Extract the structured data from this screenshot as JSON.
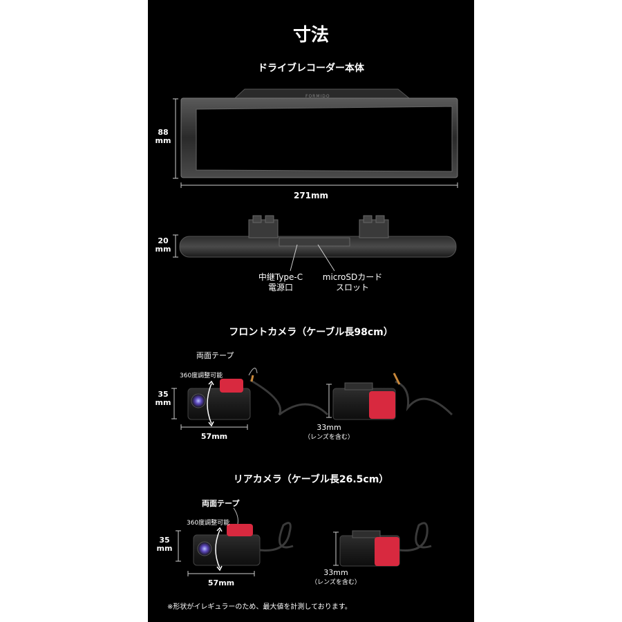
{
  "title": "寸法",
  "sections": {
    "body": {
      "heading": "ドライブレコーダー本体",
      "brand": "FORMIDO",
      "height_value": "88",
      "height_unit": "mm",
      "width_label": "271mm",
      "depth_value": "20",
      "depth_unit": "mm",
      "port_typec_line1": "中継Type-C",
      "port_typec_line2": "電源口",
      "port_sd_line1": "microSDカード",
      "port_sd_line2": "スロット"
    },
    "front_camera": {
      "heading": "フロントカメラ（ケーブル長98cm）",
      "tape_label": "両面テープ",
      "adjust_label": "360度調整可能",
      "height_value": "35",
      "height_unit": "mm",
      "width_label": "57mm",
      "depth_label_line1": "33mm",
      "depth_label_line2": "（レンズを含む）"
    },
    "rear_camera": {
      "heading": "リアカメラ（ケーブル長26.5cm）",
      "tape_label": "両面テープ",
      "adjust_label": "360度調整可能",
      "height_value": "35",
      "height_unit": "mm",
      "width_label": "57mm",
      "depth_label_line1": "33mm",
      "depth_label_line2": "（レンズを含む）"
    }
  },
  "footnote": "※形状がイレギュラーのため、最大値を計測しております。",
  "colors": {
    "background": "#000000",
    "tape_red": "#d8293f",
    "frame_gray": "#3a3a3a"
  }
}
